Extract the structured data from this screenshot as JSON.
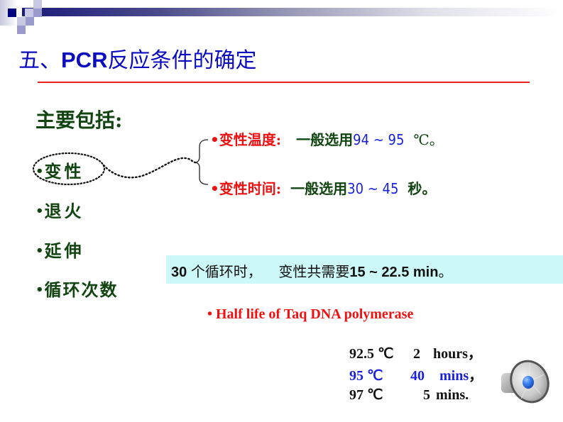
{
  "slide": {
    "title_prefix": "五、",
    "title_pcr": "PCR",
    "title_suffix": "反应条件的确定",
    "heading": "主要包括:",
    "bullet": "•",
    "items": [
      {
        "label": "变性"
      },
      {
        "label": "退火"
      },
      {
        "label": "延伸"
      },
      {
        "label": "循环次数"
      }
    ],
    "denaturation": {
      "temp_label": "变性温度:",
      "temp_text": "一般选用",
      "temp_range": "94 ~ 95",
      "temp_unit": "℃。",
      "time_label": "变性时间:",
      "time_text": "一般选用",
      "time_range": "30 ~ 45",
      "time_unit": "秒。"
    },
    "highlight_box": {
      "cycles": "30",
      "text_cn1": "个循环时，",
      "text_cn2": "变性共需要",
      "range": "15 ~ 22.5 min",
      "end": "。"
    },
    "half_life": {
      "title": "• Half life of Taq DNA polymerase",
      "rows": [
        {
          "temp": "92.5 ℃",
          "time": "2",
          "unit": "hours",
          "end": "，",
          "color": "#111111"
        },
        {
          "temp": "95 ℃",
          "time": "40",
          "unit": "mins",
          "end": "，",
          "color": "#1a22dd"
        },
        {
          "temp": "97 ℃",
          "time": "5",
          "unit": "mins.",
          "end": "",
          "color": "#111111"
        }
      ]
    },
    "colors": {
      "title": "#0b0bbf",
      "rule": "#e82020",
      "green_text": "#114411",
      "red_text": "#ee1111",
      "blue_values": "#1a22dd",
      "box_bg": "#ccf8f8"
    },
    "speaker_icon": "speaker-icon"
  }
}
